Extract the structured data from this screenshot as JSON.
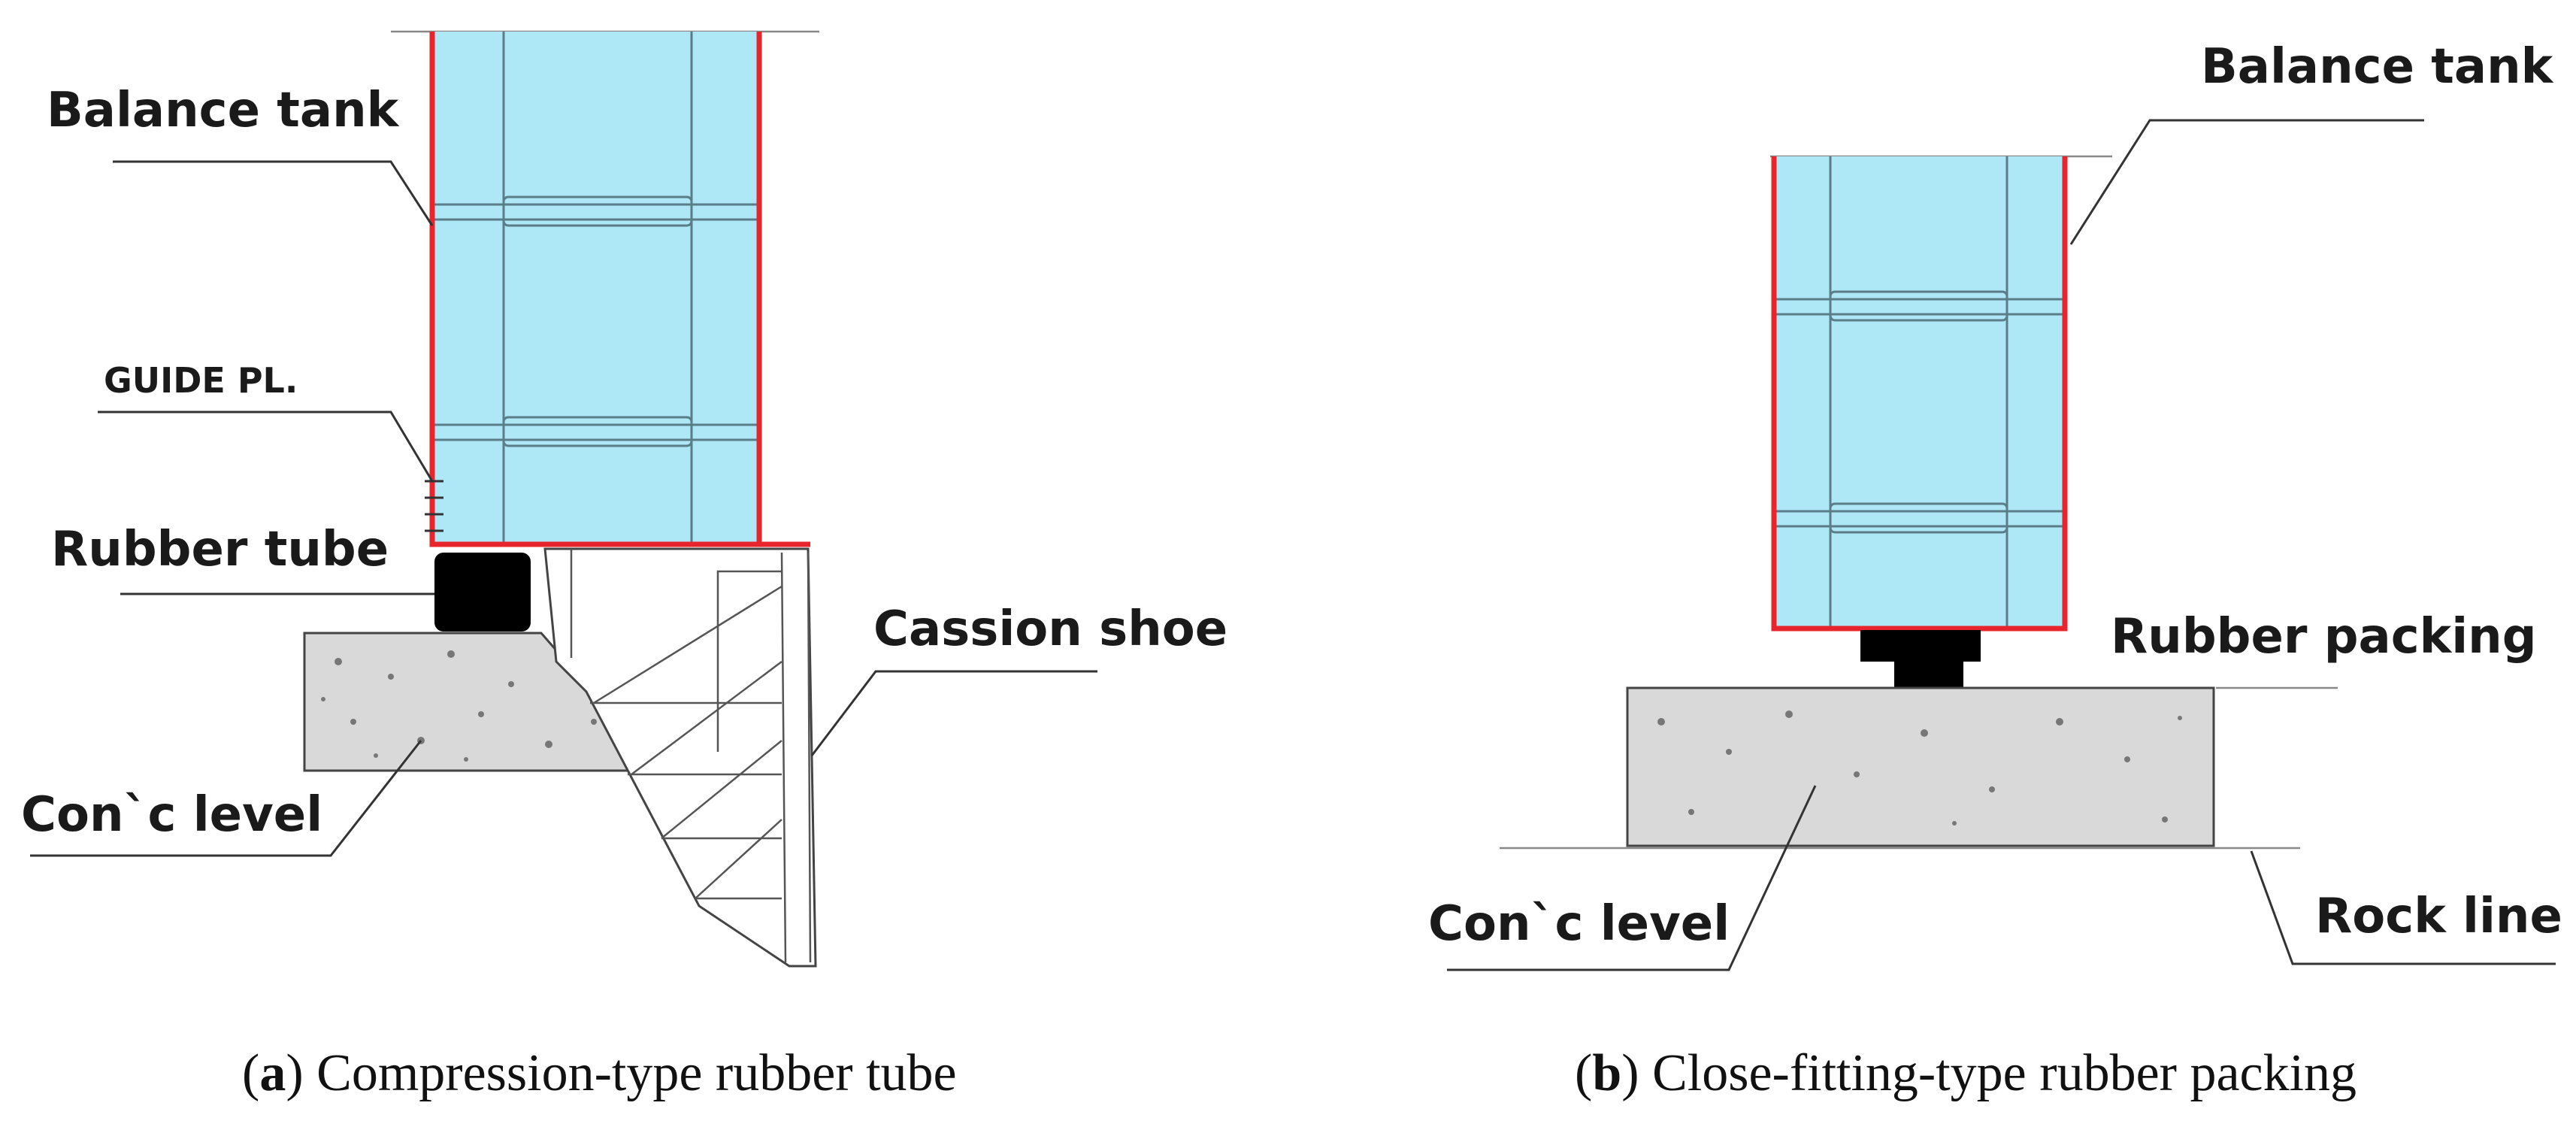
{
  "panel_a": {
    "labels": {
      "balance_tank": "Balance tank",
      "guide_pl": "GUIDE PL.",
      "rubber_tube": "Rubber tube",
      "cassion_shoe": "Cassion shoe",
      "conc_level": "Con`c level"
    },
    "caption": {
      "letter": "a",
      "text": " Compression-type rubber tube"
    }
  },
  "panel_b": {
    "labels": {
      "balance_tank": "Balance tank",
      "rubber_packing": "Rubber packing",
      "conc_level": "Con`c level",
      "rock_line": "Rock line"
    },
    "caption": {
      "letter": "b",
      "text": " Close-fitting-type rubber packing"
    }
  },
  "colors": {
    "tank_fill": "#aee8f7",
    "tank_outline": "#e8242c",
    "concrete": "#d9d9d9",
    "rubber": "#000000"
  }
}
